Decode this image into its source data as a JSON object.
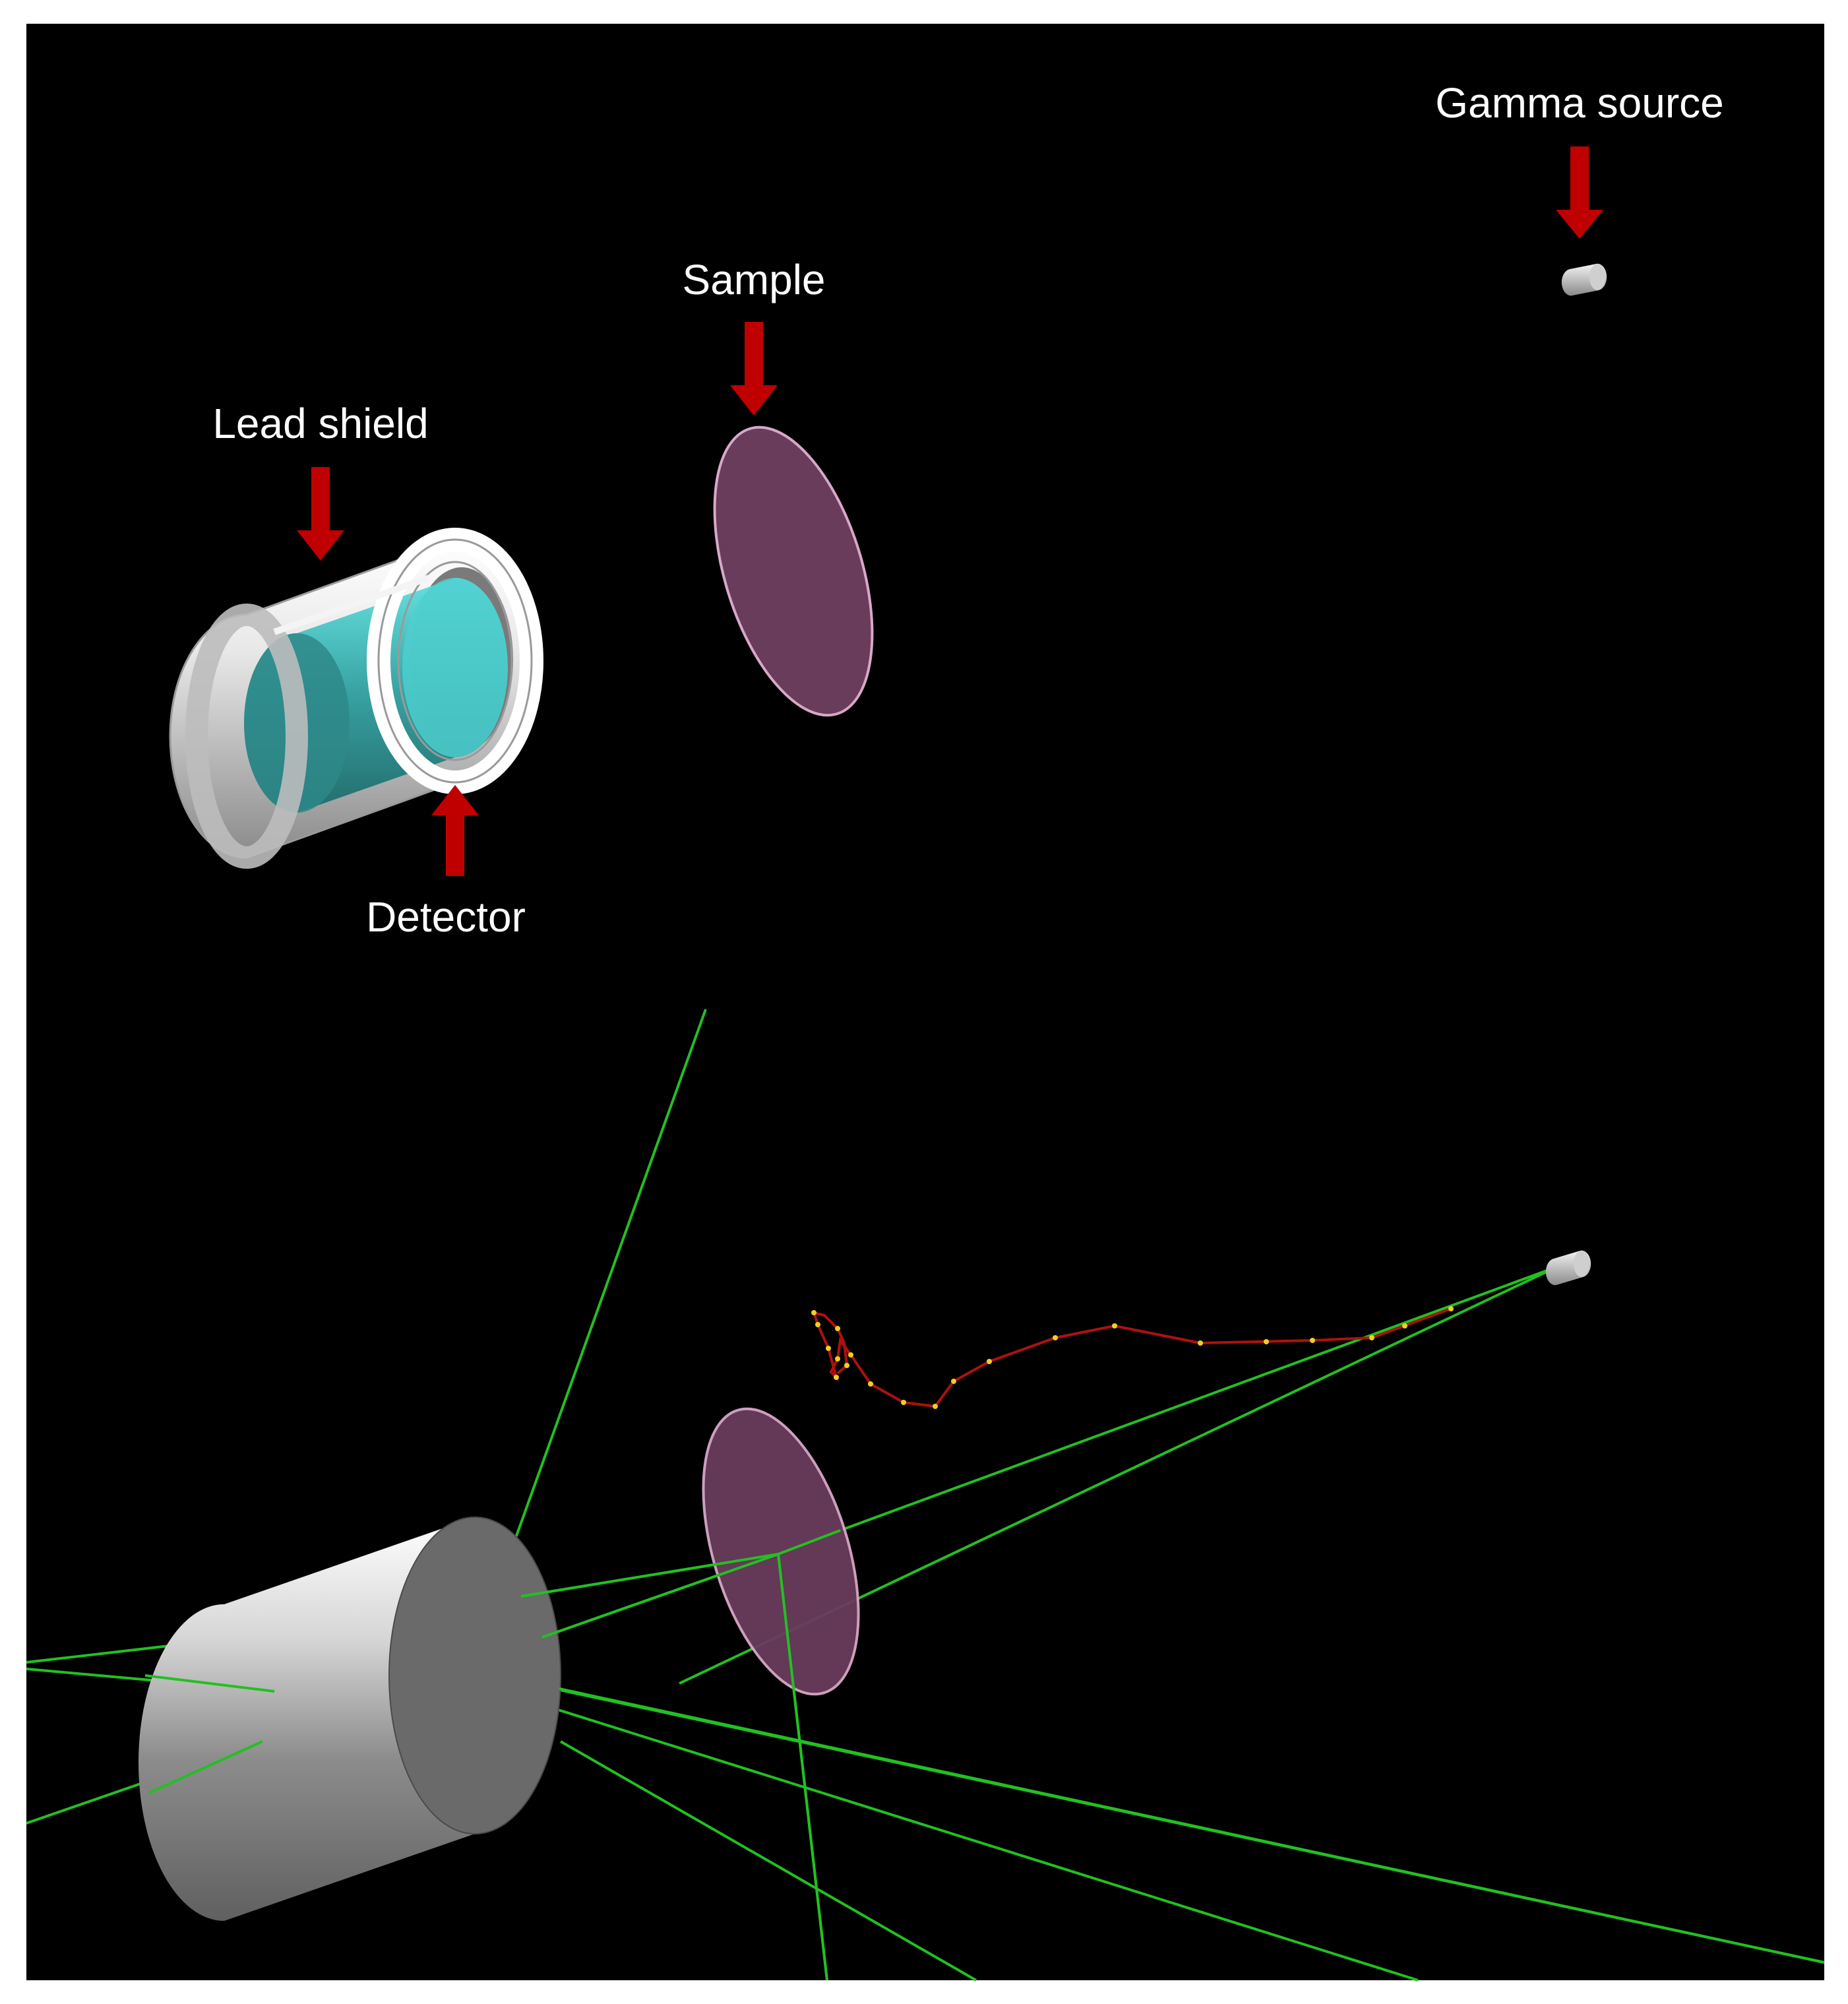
{
  "labels": {
    "gamma_source": "Gamma source",
    "sample": "Sample",
    "lead_shield": "Lead shield",
    "detector": "Detector"
  },
  "colors": {
    "background": "#000000",
    "arrow": "#c00000",
    "gamma_track": "#22c022",
    "electron_track": "#b01010",
    "interaction_point": "#f0d020",
    "sample": "#6a3c5c",
    "sample_edge": "#d8a8c8",
    "detector_crystal": "#40c8c8",
    "shield": "#e0e0e0"
  },
  "panels": [
    {
      "id": "top",
      "content": "labelled geometry view"
    },
    {
      "id": "bottom",
      "content": "geometry view with simulated particle tracks"
    }
  ]
}
